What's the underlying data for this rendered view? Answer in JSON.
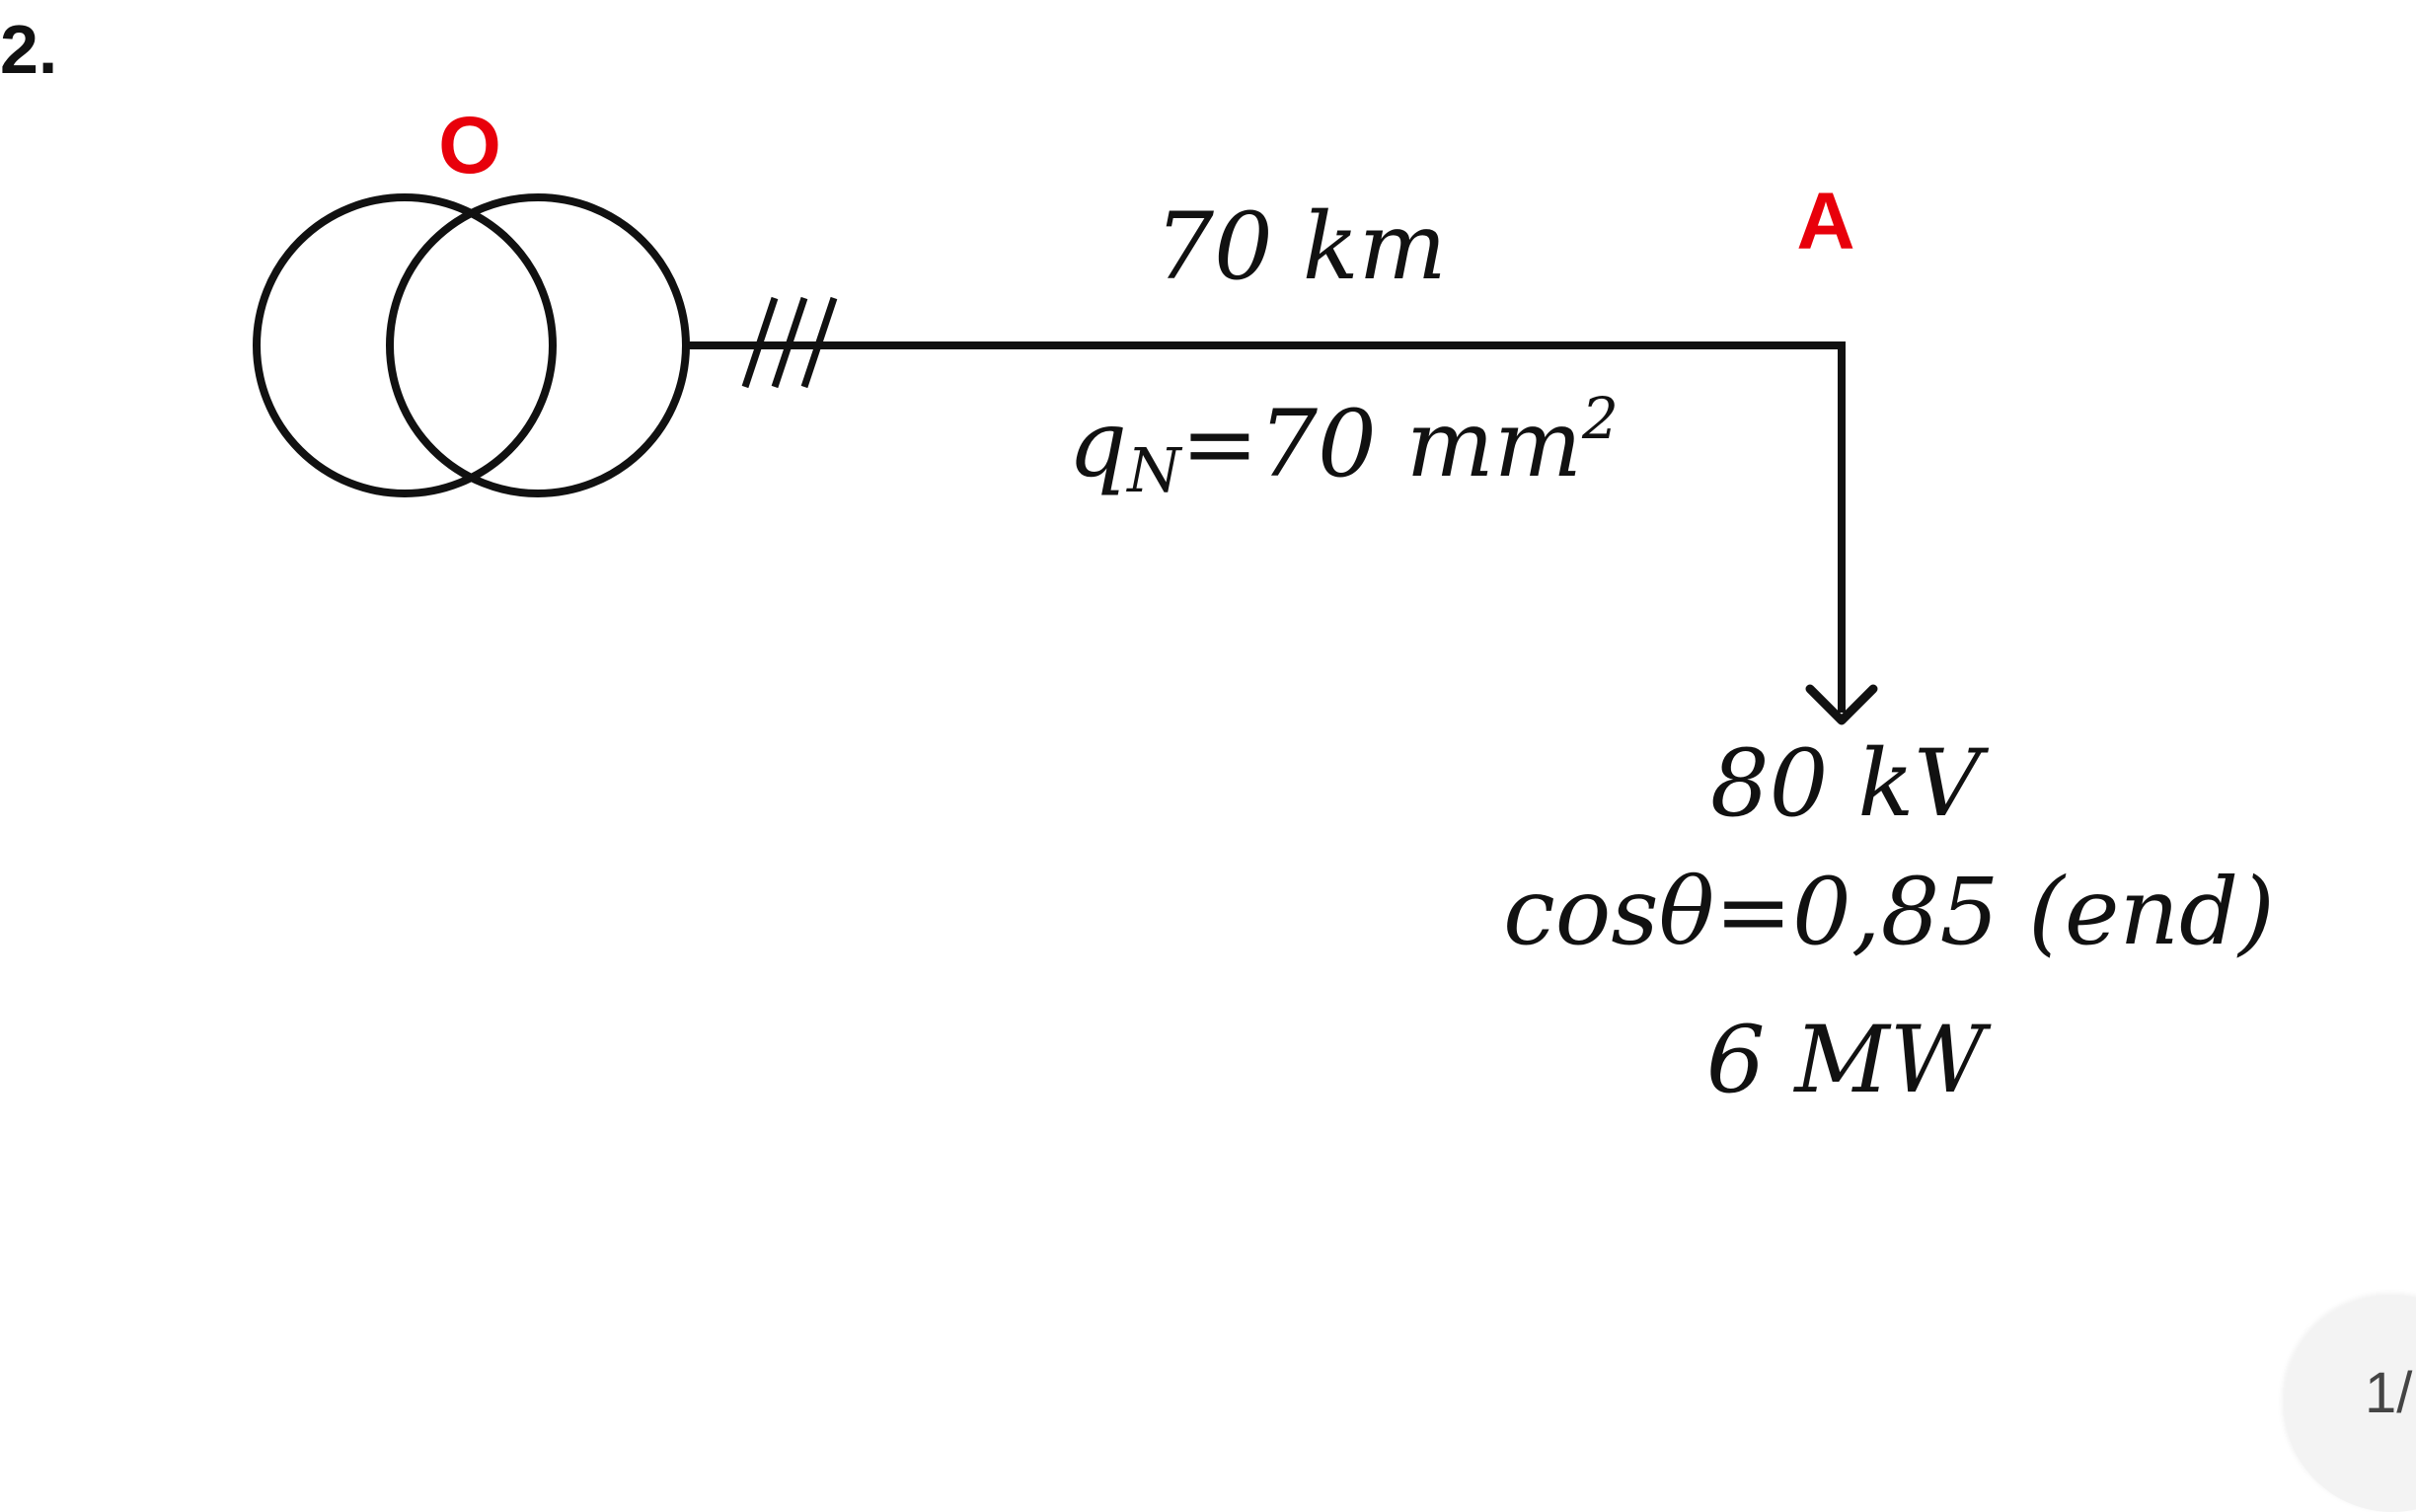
{
  "problem_number": "2.",
  "nodes": {
    "source_label": "O",
    "end_label": "A"
  },
  "line": {
    "length": "70 km",
    "cross_section_symbol": "q",
    "cross_section_subscript": "N",
    "cross_section_value": "=70 mm",
    "cross_section_exponent": "2"
  },
  "load": {
    "voltage": "80 kV",
    "power_factor": "cosθ=0,85 (end)",
    "power": "6 MW"
  },
  "page_indicator": "1/",
  "colors": {
    "node_label": "#e8000b",
    "stroke": "#111111",
    "text": "#111111"
  },
  "icons": {
    "source": "transformer-icon",
    "line_marker": "three-phase-marker-icon",
    "load": "load-arrow-icon"
  }
}
